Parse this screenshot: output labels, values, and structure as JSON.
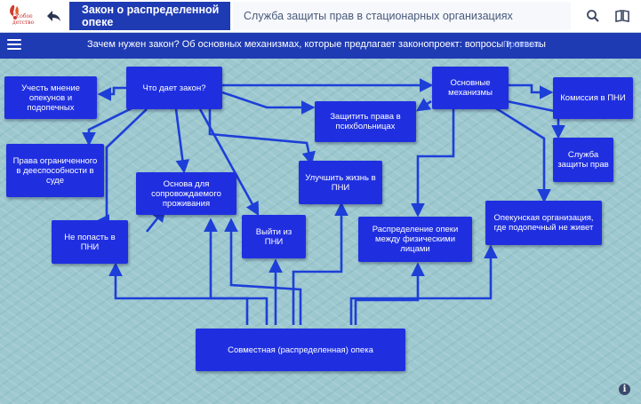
{
  "header": {
    "active_tab": "Закон о распределенной опеке",
    "second_tab": "Служба защиты прав в стационарных организациях"
  },
  "logo": {
    "line1": "Особое",
    "line2": "детство"
  },
  "subheader": {
    "title": "Зачем нужен закон? Об основных механизмах, которые предлагает законопроект: вопросы и ответы",
    "rules_link": "Правила"
  },
  "colors": {
    "brand": "#1f3bb3",
    "node": "#1f2fe0",
    "canvas": "#9dc8cf",
    "link": "#1d3fd8"
  },
  "icons": [
    "back-arrow-icon",
    "search-icon",
    "book-icon",
    "menu-icon",
    "info-icon"
  ],
  "nodes": {
    "what_law_gives": "Что дает закон?",
    "main_mechanisms": "Основные механизмы",
    "consider_opinion": "Учесть мнение опекунов и подопечных",
    "commission": "Комиссия в ПНИ",
    "protect_rights": "Защитить права в психбольницах",
    "limited_rights": "Права ограниченного в дееспособности в суде",
    "protection_service": "Служба защиты прав",
    "improve_life": "Улучшить жизнь в ПНИ",
    "supported_living": "Основа для сопровождаемого проживания",
    "guardianship_org": "Опекунская организация, где подопечный не живет",
    "exit_pni": "Выйти из ПНИ",
    "not_enter_pni": "Не попасть в ПНИ",
    "distribution": "Распределение опеки между физическими лицами",
    "joint_guardianship": "Совместная (распределенная) опека"
  }
}
